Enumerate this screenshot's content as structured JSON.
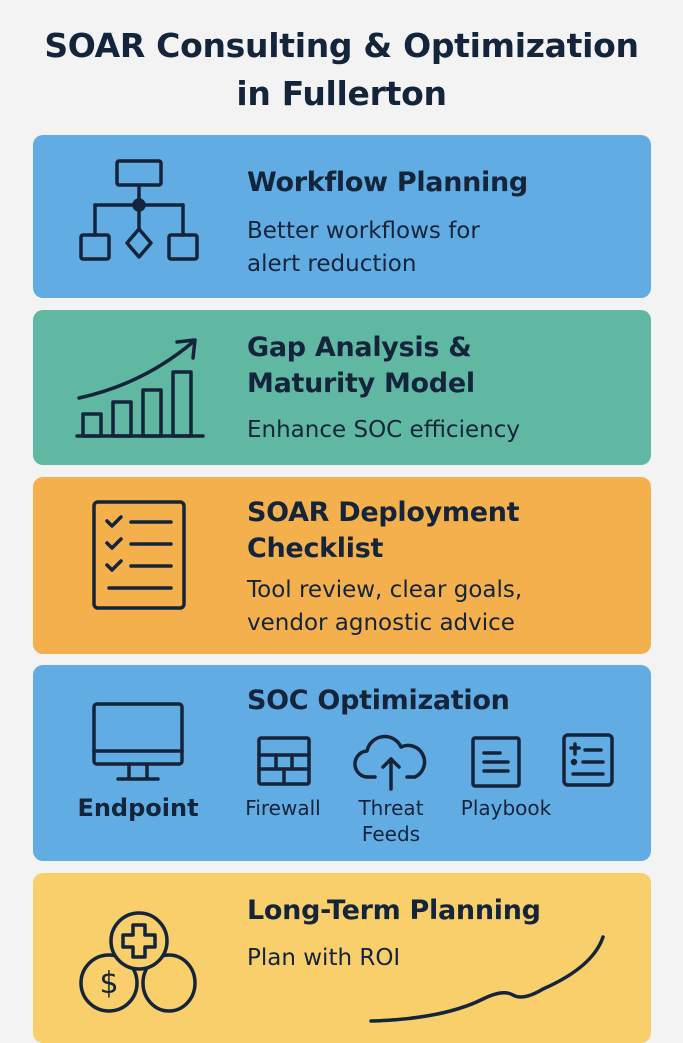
{
  "title": {
    "line1": "SOAR Consulting & Optimization",
    "line2": "in Fullerton"
  },
  "colors": {
    "background": "#f3f3f3",
    "blue": "#62ace4",
    "green": "#60b8a3",
    "orange": "#f4b04c",
    "yellow": "#f8cf6a",
    "ink": "#14243a"
  },
  "cards": [
    {
      "title": "Workflow Planning",
      "desc1": "Better workflows for",
      "desc2": "alert reduction",
      "icon": "workflow-diagram-icon"
    },
    {
      "title1": "Gap Analysis &",
      "title2": "Maturity Model",
      "desc1": "Enhance SOC efficiency",
      "icon": "growth-chart-icon"
    },
    {
      "title1": "SOAR Deployment",
      "title2": "Checklist",
      "desc1": "Tool review, clear goals,",
      "desc2": "vendor agnostic advice",
      "icon": "checklist-icon"
    },
    {
      "title": "SOC Optimization",
      "items": [
        {
          "label": "Endpoint",
          "icon": "monitor-icon"
        },
        {
          "label": "Firewall",
          "icon": "firewall-icon"
        },
        {
          "label1": "Threat",
          "label2": "Feeds",
          "icon": "cloud-upload-icon"
        },
        {
          "label": "Playbook",
          "icon": "document-icon"
        },
        {
          "icon": "list-icon"
        }
      ]
    },
    {
      "title": "Long-Term Planning",
      "desc1": "Plan with ROI",
      "icon": "coins-icon"
    }
  ]
}
